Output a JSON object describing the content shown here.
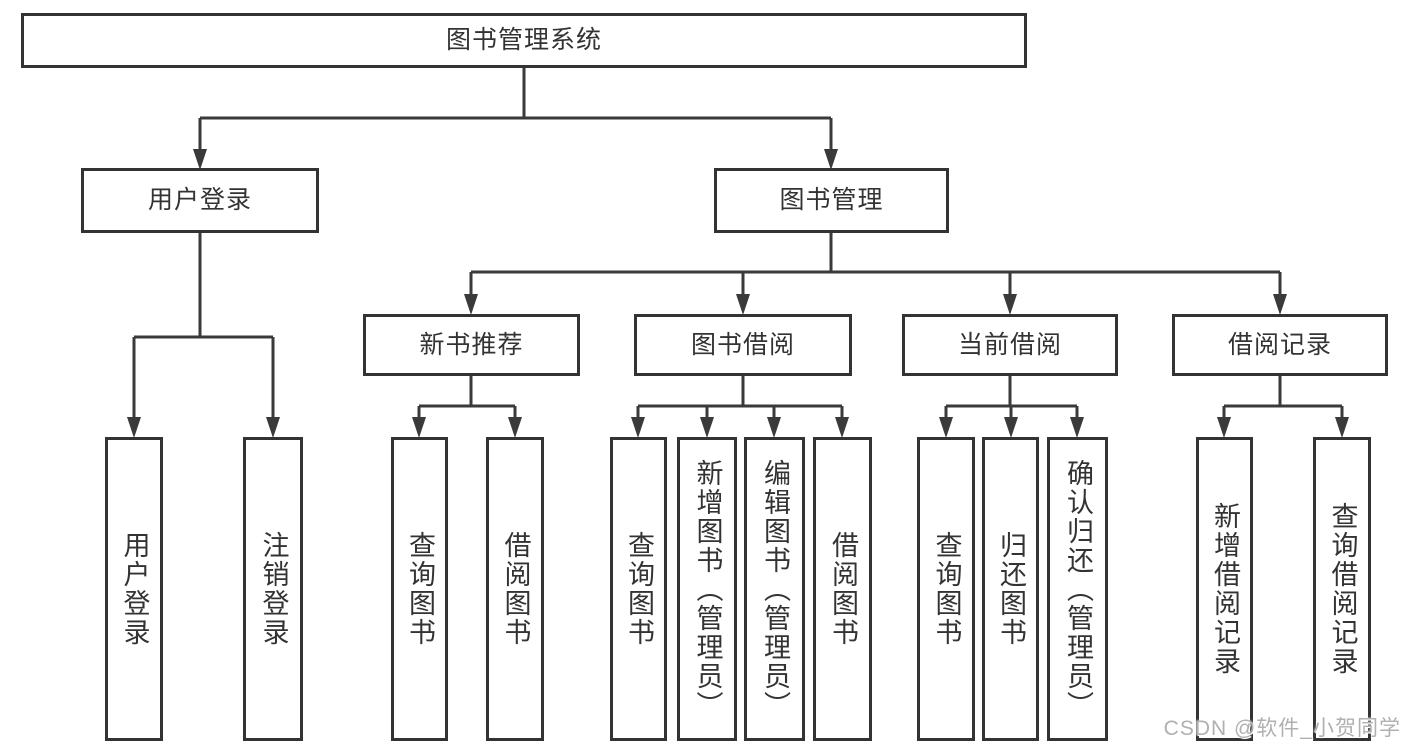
{
  "nodes": {
    "root": "图书管理系统",
    "level2": [
      "用户登录",
      "图书管理"
    ],
    "level3": [
      "新书推荐",
      "图书借阅",
      "当前借阅",
      "借阅记录"
    ],
    "leaves": {
      "login": [
        "用户登录",
        "注销登录"
      ],
      "recommend": [
        "查询图书",
        "借阅图书"
      ],
      "borrow": [
        "查询图书",
        "新增图书（管理员）",
        "编辑图书（管理员）",
        "借阅图书"
      ],
      "current": [
        "查询图书",
        "归还图书",
        "确认归还（管理员）"
      ],
      "records": [
        "新增借阅记录",
        "查询借阅记录"
      ]
    }
  },
  "watermark": {
    "text": "CSDN @软件_小贺同学"
  },
  "colors": {
    "line": "#3a3a3a",
    "border": "#333333",
    "text": "#333333",
    "background": "#ffffff",
    "watermark": "#b0b0b0"
  }
}
